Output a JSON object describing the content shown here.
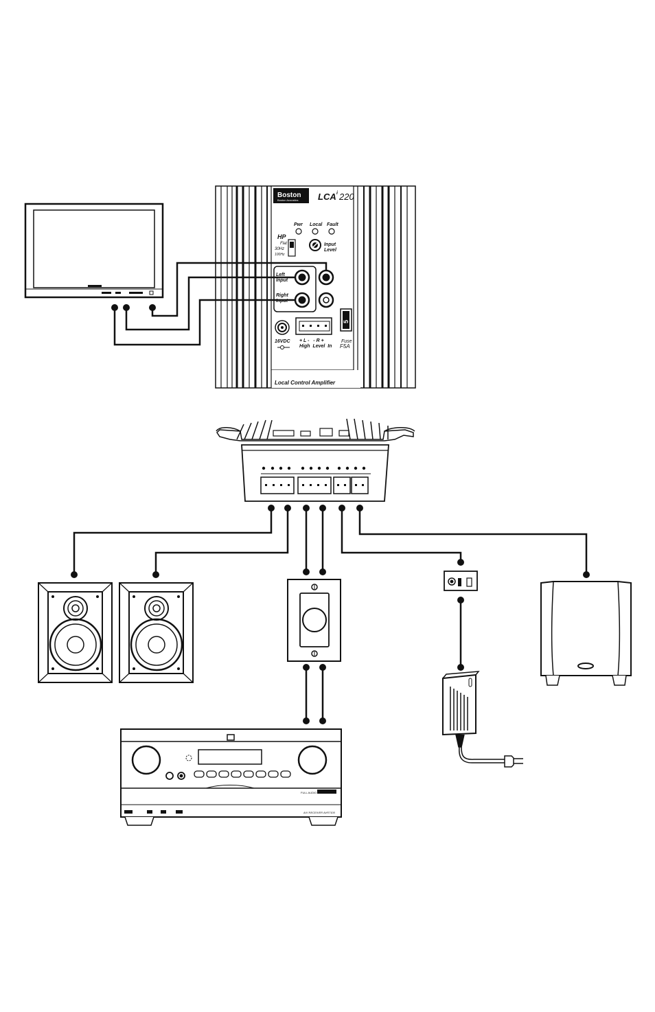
{
  "amp": {
    "brand": "Boston",
    "brand_sub": "Boston Acoustics",
    "model_prefix": "LCA",
    "model_sup": "i",
    "model_num": "220",
    "led_pwr": "Pwr",
    "led_local": "Local",
    "led_fault": "Fault",
    "hp_label": "HP",
    "hp_flat": "Flat",
    "hp_30": "30Hz",
    "hp_100": "100Hz",
    "input_level_1": "Input",
    "input_level_2": "Level",
    "left_input_1": "Left",
    "left_input_2": "Input",
    "right_input_1": "Right",
    "right_input_2": "Input",
    "power_label": "16VDC",
    "terminal_signs": "+ L -   - R +",
    "high_level_in": "High  Level  In",
    "fuse_label": "Fuse",
    "fuse_value": "F5A",
    "fuse_number": "5",
    "footer_label": "Local Control Amplifier"
  },
  "receiver": {
    "badge": "FULL AUDIO",
    "model_text": "A/V RECEIVER AVR7100"
  },
  "colors": {
    "line": "#111111",
    "background": "#ffffff"
  }
}
